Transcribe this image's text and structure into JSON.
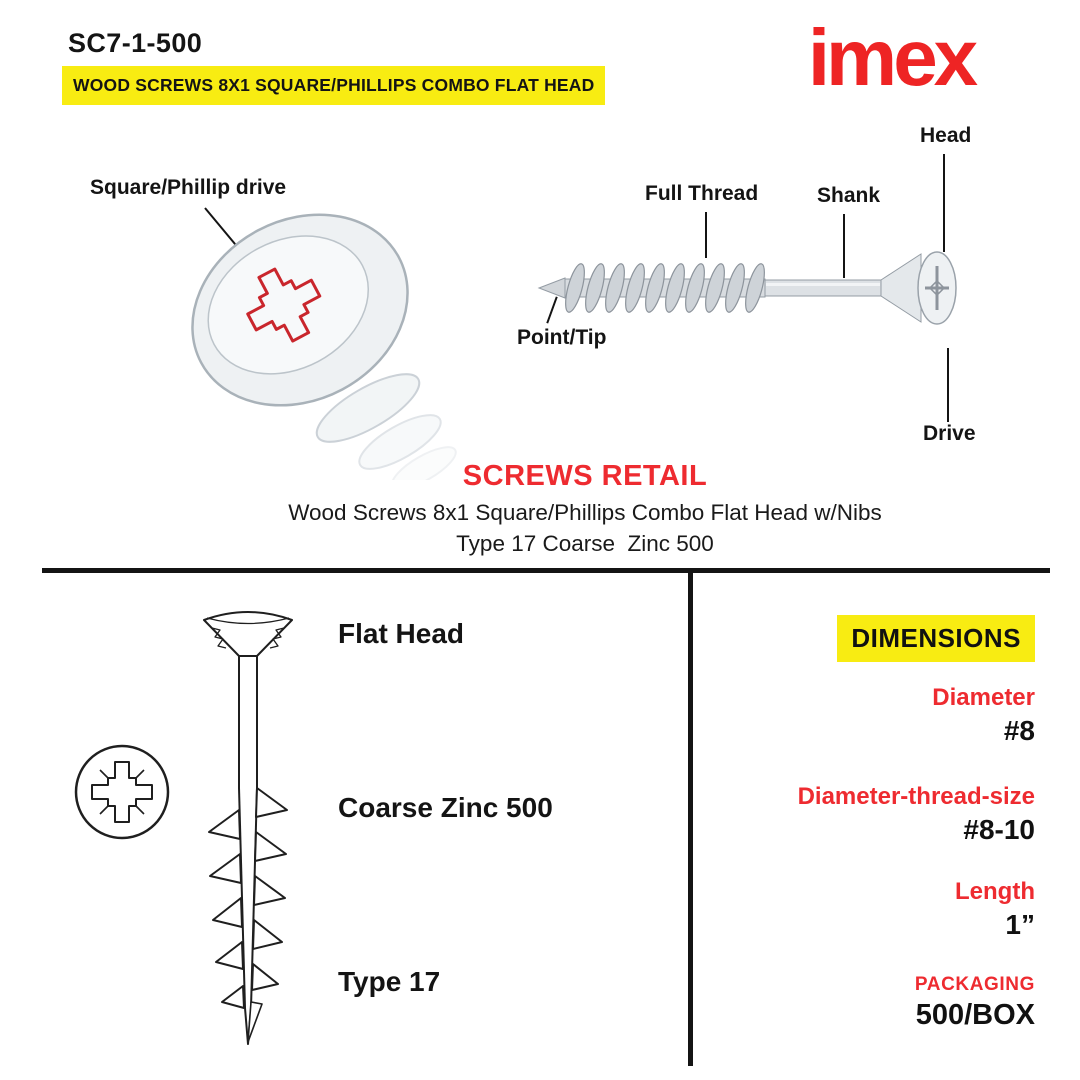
{
  "colors": {
    "accent_red": "#ee2b30",
    "logo_red": "#ee2424",
    "highlight_yellow": "#f8ec12",
    "text_black": "#141414"
  },
  "header": {
    "product_code": "SC7-1-500",
    "banner": "WOOD SCREWS 8X1 SQUARE/PHILLIPS COMBO FLAT HEAD",
    "brand": "imex"
  },
  "anatomy": {
    "drive_callout": "Square/Phillip drive",
    "labels": {
      "full_thread": "Full Thread",
      "shank": "Shank",
      "head": "Head",
      "point_tip": "Point/Tip",
      "drive": "Drive"
    }
  },
  "retail": {
    "title": "SCREWS RETAIL",
    "line1": "Wood Screws 8x1 Square/Phillips Combo Flat Head w/Nibs",
    "line2": "Type 17 Coarse  Zinc 500"
  },
  "features": {
    "head_type": "Flat Head",
    "finish": "Coarse Zinc 500",
    "thread_type": "Type 17"
  },
  "dimensions": {
    "title": "DIMENSIONS",
    "items": [
      {
        "label": "Diameter",
        "value": "#8"
      },
      {
        "label": "Diameter-thread-size",
        "value": "#8-10"
      },
      {
        "label": "Length",
        "value": "1”"
      },
      {
        "label": "PACKAGING",
        "value": "500/BOX"
      }
    ]
  }
}
